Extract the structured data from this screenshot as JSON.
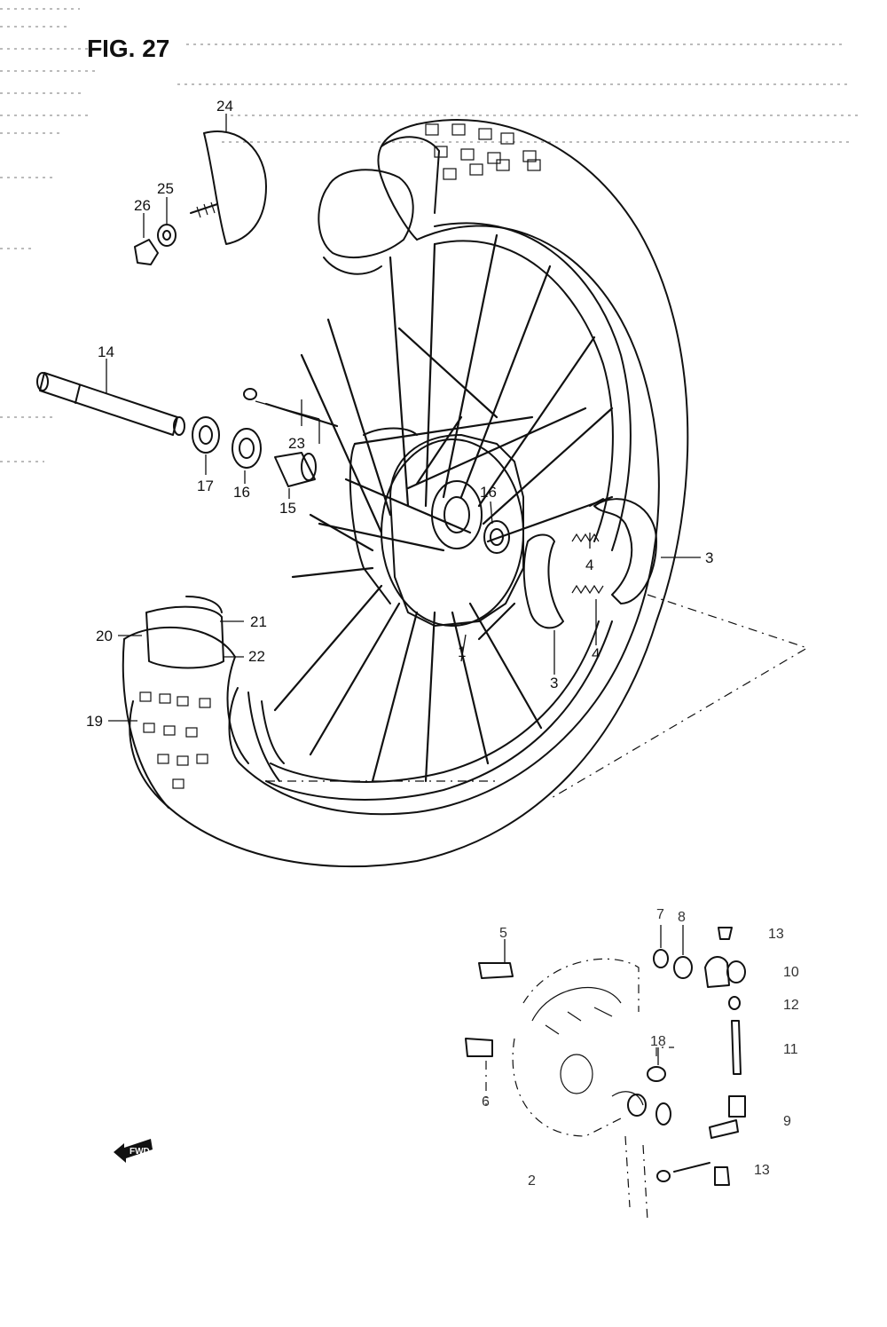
{
  "figure": {
    "title": "FIG. 27",
    "footer_code": "",
    "labels": [
      {
        "id": "24",
        "text": "24"
      },
      {
        "id": "25",
        "text": "25"
      },
      {
        "id": "26",
        "text": "26"
      },
      {
        "id": "14",
        "text": "14"
      },
      {
        "id": "23",
        "text": "23"
      },
      {
        "id": "17",
        "text": "17"
      },
      {
        "id": "16a",
        "text": "16"
      },
      {
        "id": "15",
        "text": "15"
      },
      {
        "id": "16b",
        "text": "16"
      },
      {
        "id": "3a",
        "text": "3"
      },
      {
        "id": "4a",
        "text": "4"
      },
      {
        "id": "4b",
        "text": "4"
      },
      {
        "id": "21",
        "text": "21"
      },
      {
        "id": "20",
        "text": "20"
      },
      {
        "id": "22",
        "text": "22"
      },
      {
        "id": "1",
        "text": "1"
      },
      {
        "id": "3b",
        "text": "3"
      },
      {
        "id": "19",
        "text": "19"
      },
      {
        "id": "7",
        "text": "7"
      },
      {
        "id": "8",
        "text": "8"
      },
      {
        "id": "13",
        "text": "13"
      },
      {
        "id": "5",
        "text": "5"
      },
      {
        "id": "10",
        "text": "10"
      },
      {
        "id": "12",
        "text": "12"
      },
      {
        "id": "18",
        "text": "18"
      },
      {
        "id": "11",
        "text": "11"
      },
      {
        "id": "9",
        "text": "9"
      },
      {
        "id": "6",
        "text": "6"
      },
      {
        "id": "2",
        "text": "2"
      },
      {
        "id": "13b",
        "text": "13"
      }
    ],
    "fwd_label": "FWD"
  }
}
